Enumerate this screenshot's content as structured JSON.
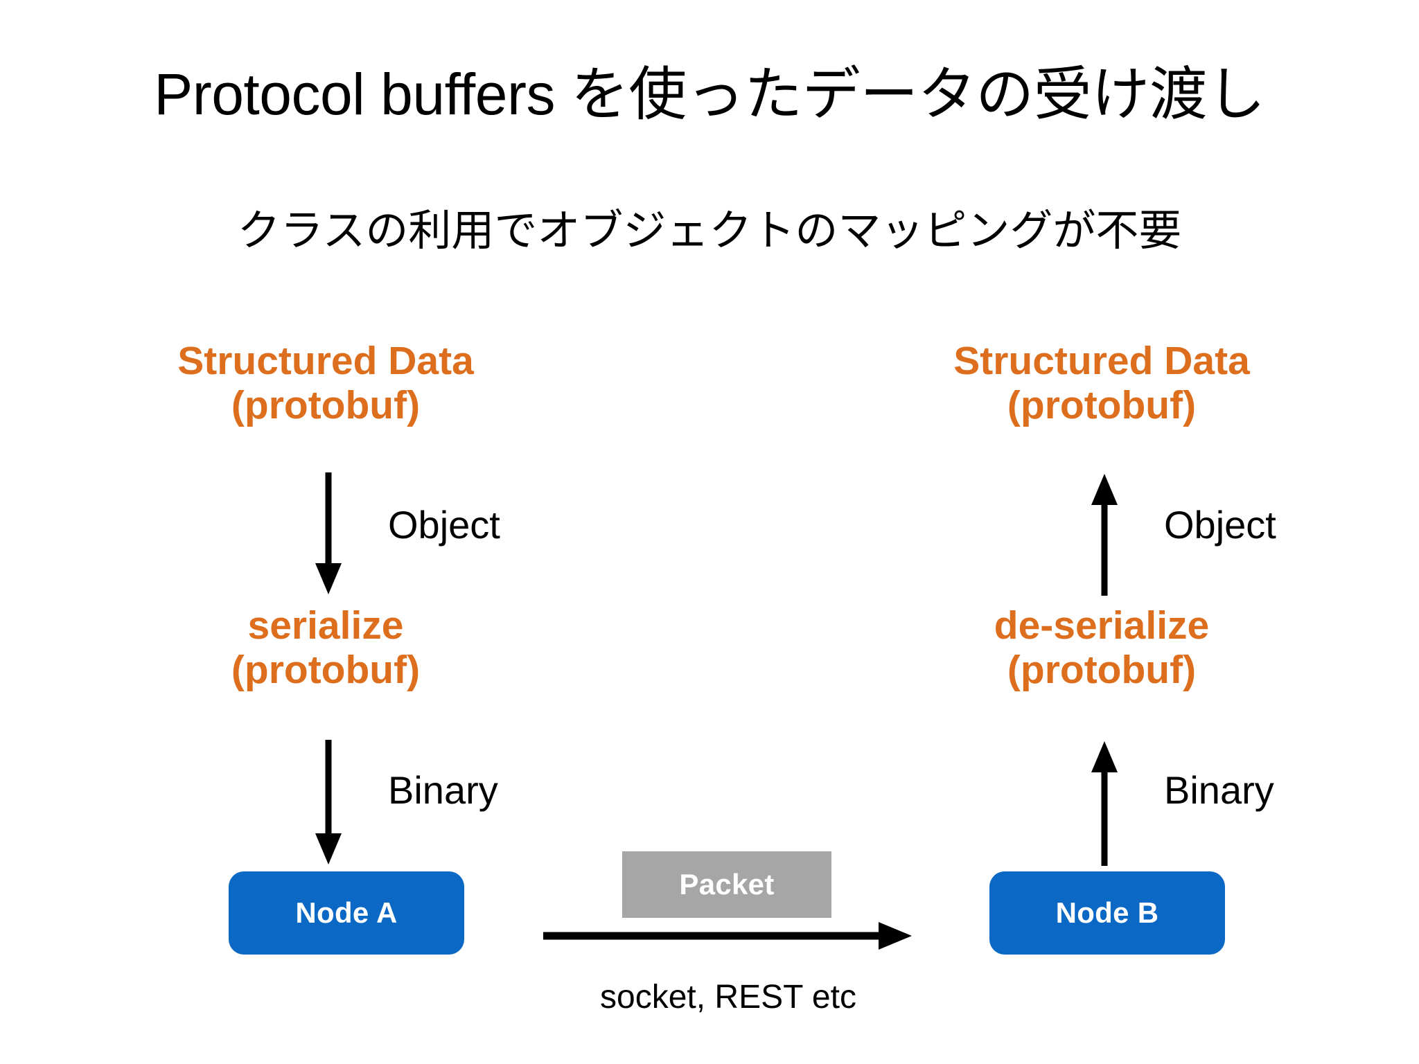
{
  "slide": {
    "title": "Protocol buffers を使ったデータの受け渡し",
    "subtitle": "クラスの利用でオブジェクトのマッピングが不要",
    "colors": {
      "accent_orange": "#dc6e1e",
      "node_blue": "#0b68c4",
      "packet_gray": "#a6a6a6",
      "text_black": "#000000",
      "background": "#ffffff"
    }
  },
  "diagram": {
    "left_column": {
      "structured_data": "Structured Data\n(protobuf)",
      "object_edge": "Object",
      "serialize": "serialize\n(protobuf)",
      "binary_edge": "Binary",
      "node": "Node A"
    },
    "right_column": {
      "structured_data": "Structured Data\n(protobuf)",
      "object_edge": "Object",
      "deserialize": "de-serialize\n(protobuf)",
      "binary_edge": "Binary",
      "node": "Node B"
    },
    "transport": {
      "packet": "Packet",
      "caption": "socket, REST etc"
    }
  }
}
